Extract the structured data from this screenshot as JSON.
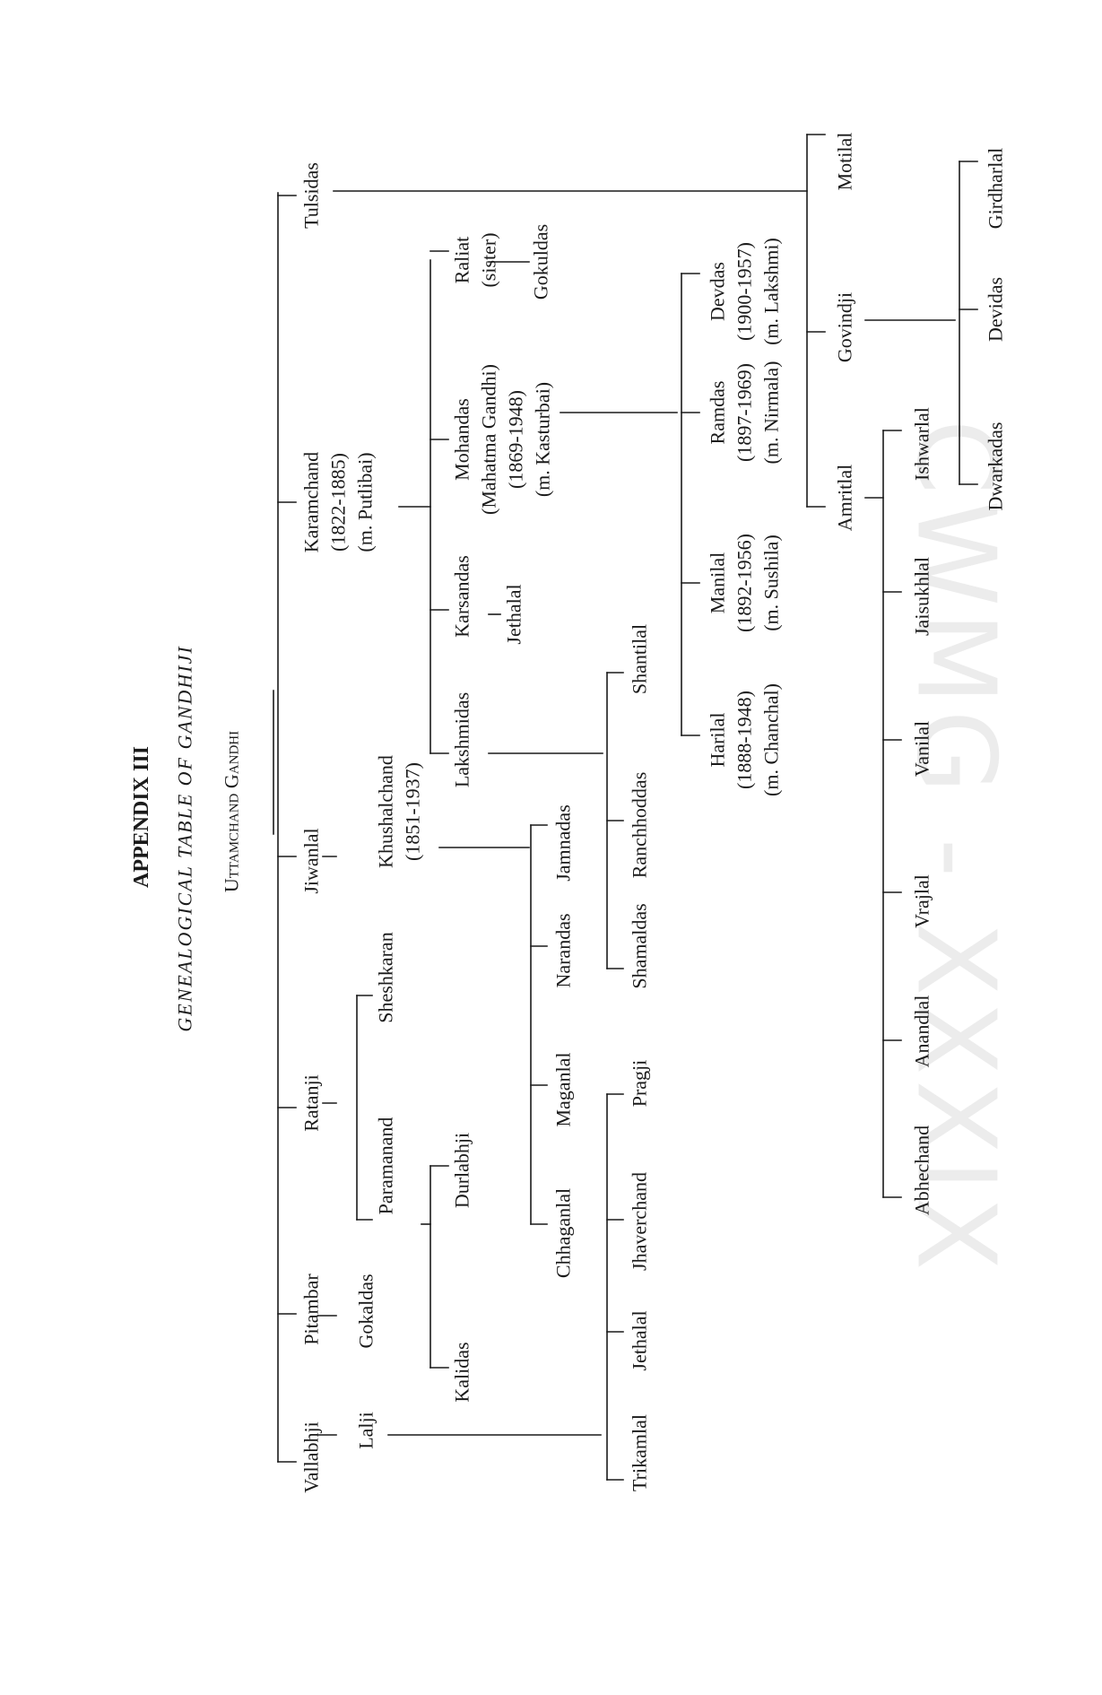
{
  "header": {
    "appendix": "APPENDIX III",
    "title": "GENEALOGICAL TABLE OF GANDHIJI",
    "root": "Uttamchand Gandhi"
  },
  "watermark": "CWMG - XXXIX",
  "people": [
    {
      "id": "vallabhji",
      "lines": [
        "Vallabhji"
      ]
    },
    {
      "id": "pitambar",
      "lines": [
        "Pitambar"
      ]
    },
    {
      "id": "ratanji",
      "lines": [
        "Ratanji"
      ]
    },
    {
      "id": "jiwanlal",
      "lines": [
        "Jiwanlal"
      ]
    },
    {
      "id": "karamchand",
      "lines": [
        "Karamchand",
        "(1822-1885)",
        "(m.  Putlibai)"
      ]
    },
    {
      "id": "tulsidas",
      "lines": [
        "Tulsidas"
      ]
    },
    {
      "id": "lalji",
      "lines": [
        "Lalji"
      ]
    },
    {
      "id": "gokaldas",
      "lines": [
        "Gokaldas"
      ]
    },
    {
      "id": "paramanand",
      "lines": [
        "Paramanand"
      ]
    },
    {
      "id": "sheshkaran",
      "lines": [
        "Sheshkaran"
      ]
    },
    {
      "id": "khushalchand",
      "lines": [
        "Khushalchand",
        "(1851-1937)"
      ]
    },
    {
      "id": "kalidas",
      "lines": [
        "Kalidas"
      ]
    },
    {
      "id": "durlabhji",
      "lines": [
        "Durlabhji"
      ]
    },
    {
      "id": "lakshmidas",
      "lines": [
        "Lakshmidas"
      ]
    },
    {
      "id": "karsandas",
      "lines": [
        "Karsandas"
      ]
    },
    {
      "id": "mohandas",
      "lines": [
        "Mohandas",
        "(Mahatma Gandhi)",
        "(1869-1948)",
        "(m.  Kasturbai)"
      ]
    },
    {
      "id": "raliat",
      "lines": [
        "Raliat",
        "(sister)"
      ]
    },
    {
      "id": "jethalal-karsandas",
      "lines": [
        "Jethalal"
      ]
    },
    {
      "id": "gokuldas",
      "lines": [
        "Gokuldas"
      ]
    },
    {
      "id": "chhaganlal",
      "lines": [
        "Chhaganlal"
      ]
    },
    {
      "id": "maganlal",
      "lines": [
        "Maganlal"
      ]
    },
    {
      "id": "narandas",
      "lines": [
        "Narandas"
      ]
    },
    {
      "id": "jamnadas",
      "lines": [
        "Jamnadas"
      ]
    },
    {
      "id": "trikamlal",
      "lines": [
        "Trikamlal"
      ]
    },
    {
      "id": "jethalal",
      "lines": [
        "Jethalal"
      ]
    },
    {
      "id": "jhaverchand",
      "lines": [
        "Jhaverchand"
      ]
    },
    {
      "id": "pragji",
      "lines": [
        "Pragji"
      ]
    },
    {
      "id": "shamaldas",
      "lines": [
        "Shamaldas"
      ]
    },
    {
      "id": "ranchhoddas",
      "lines": [
        "Ranchhoddas"
      ]
    },
    {
      "id": "shantilal",
      "lines": [
        "Shantilal"
      ]
    },
    {
      "id": "harilal",
      "lines": [
        "Harilal",
        "(1888-1948)",
        "(m. Chanchal)"
      ]
    },
    {
      "id": "manilal",
      "lines": [
        "Manilal",
        "(1892-1956)",
        "(m. Sushila)"
      ]
    },
    {
      "id": "ramdas",
      "lines": [
        "Ramdas",
        "(1897-1969)",
        "(m. Nirmala)"
      ]
    },
    {
      "id": "devdas",
      "lines": [
        "Devdas",
        "(1900-1957)",
        "(m. Lakshmi)"
      ]
    },
    {
      "id": "amritlal",
      "lines": [
        "Amritlal"
      ]
    },
    {
      "id": "govindji",
      "lines": [
        "Govindji"
      ]
    },
    {
      "id": "motilal",
      "lines": [
        "Motilal"
      ]
    },
    {
      "id": "abhechand",
      "lines": [
        "Abhechand"
      ]
    },
    {
      "id": "anandlal",
      "lines": [
        "Anandlal"
      ]
    },
    {
      "id": "vrajlal",
      "lines": [
        "Vrajlal"
      ]
    },
    {
      "id": "vanilal",
      "lines": [
        "Vanilal"
      ]
    },
    {
      "id": "jaisukhlal",
      "lines": [
        "Jaisukhlal"
      ]
    },
    {
      "id": "ishwarlal",
      "lines": [
        "Ishwarlal"
      ]
    },
    {
      "id": "dwarkadas",
      "lines": [
        "Dwarkadas"
      ]
    },
    {
      "id": "devidas",
      "lines": [
        "Devidas"
      ]
    },
    {
      "id": "girdharlal",
      "lines": [
        "Girdharlal"
      ]
    }
  ],
  "relations": [
    {
      "parent": "root",
      "children": [
        "vallabhji",
        "pitambar",
        "ratanji",
        "jiwanlal",
        "karamchand",
        "tulsidas"
      ]
    },
    {
      "parent": "vallabhji",
      "children": [
        "lalji"
      ]
    },
    {
      "parent": "pitambar",
      "children": [
        "gokaldas"
      ]
    },
    {
      "parent": "ratanji",
      "children": [
        "paramanand",
        "sheshkaran"
      ]
    },
    {
      "parent": "jiwanlal",
      "children": [
        "khushalchand"
      ]
    },
    {
      "parent": "paramanand",
      "children": [
        "kalidas",
        "durlabhji"
      ]
    },
    {
      "parent": "karamchand",
      "children": [
        "lakshmidas",
        "karsandas",
        "mohandas",
        "raliat"
      ]
    },
    {
      "parent": "karsandas",
      "children": [
        "jethalal-karsandas"
      ]
    },
    {
      "parent": "raliat",
      "children": [
        "gokuldas"
      ]
    },
    {
      "parent": "khushalchand",
      "children": [
        "chhaganlal",
        "maganlal",
        "narandas",
        "jamnadas"
      ]
    },
    {
      "parent": "lalji",
      "children": [
        "trikamlal",
        "jethalal",
        "jhaverchand",
        "pragji"
      ]
    },
    {
      "parent": "lakshmidas",
      "children": [
        "shamaldas",
        "ranchhoddas",
        "shantilal"
      ]
    },
    {
      "parent": "mohandas",
      "children": [
        "harilal",
        "manilal",
        "ramdas",
        "devdas"
      ]
    },
    {
      "parent": "tulsidas",
      "children": [
        "amritlal",
        "govindji",
        "motilal"
      ]
    },
    {
      "parent": "amritlal",
      "children": [
        "abhechand",
        "anandlal",
        "vrajlal",
        "vanilal",
        "jaisukhlal",
        "ishwarlal"
      ]
    },
    {
      "parent": "govindji",
      "children": [
        "dwarkadas",
        "devidas",
        "girdharlal"
      ]
    }
  ]
}
